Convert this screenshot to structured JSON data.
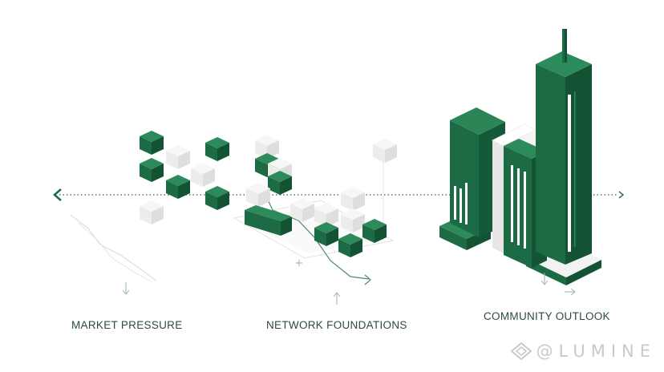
{
  "labels": {
    "left": "MARKET PRESSURE",
    "middle": "NETWORK FOUNDATIONS",
    "right": "COMMUNITY OUTLOOK"
  },
  "watermark": "@LUMINE",
  "icons": [
    "arrow-left-icon",
    "arrow-right-icon",
    "arrow-down-icon",
    "arrow-up-icon",
    "plus-icon",
    "diamond-logo-icon"
  ],
  "colors": {
    "green": "#1c6b45",
    "green_dark": "#135334",
    "green_light": "#2d8a5a",
    "cube_white": "#f1f1f1",
    "cube_white_side": "#e0e0e0",
    "line": "#8aa89a",
    "text": "#2f4a45",
    "watermark": "#c9c9c9"
  }
}
